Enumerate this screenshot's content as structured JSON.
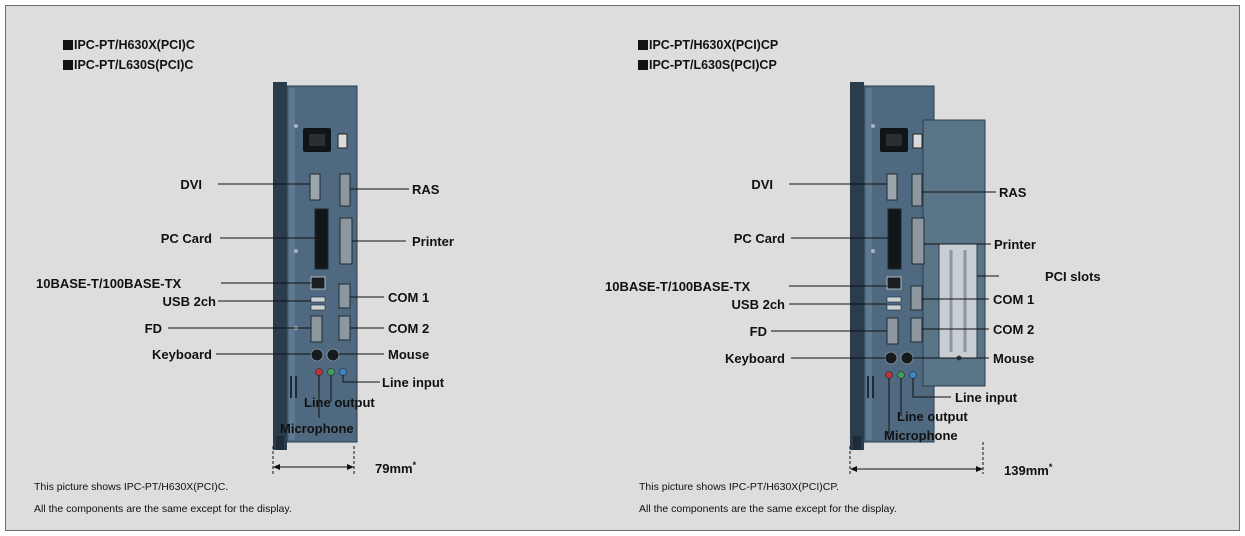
{
  "left": {
    "titles": [
      "IPC-PT/H630X(PCI)C",
      "IPC-PT/L630S(PCI)C"
    ],
    "labels": {
      "dvi": "DVI",
      "pc_card": "PC Card",
      "lan": "10BASE-T/100BASE-TX",
      "usb": "USB 2ch",
      "fd": "FD",
      "keyboard": "Keyboard",
      "ras": "RAS",
      "printer": "Printer",
      "com1": "COM 1",
      "com2": "COM 2",
      "mouse": "Mouse",
      "line_input": "Line input",
      "line_output": "Line output",
      "microphone": "Microphone"
    },
    "dimension": "79mm",
    "dimension_mark": "*",
    "notes": [
      "This picture shows IPC-PT/H630X(PCI)C.",
      "All the components are the same except for the display."
    ]
  },
  "right": {
    "titles": [
      "IPC-PT/H630X(PCI)CP",
      "IPC-PT/L630S(PCI)CP"
    ],
    "labels": {
      "dvi": "DVI",
      "pc_card": "PC Card",
      "lan": "10BASE-T/100BASE-TX",
      "usb": "USB 2ch",
      "fd": "FD",
      "keyboard": "Keyboard",
      "ras": "RAS",
      "printer": "Printer",
      "pci_slots": "PCI slots",
      "com1": "COM 1",
      "com2": "COM 2",
      "mouse": "Mouse",
      "line_input": "Line input",
      "line_output": "Line output",
      "microphone": "Microphone"
    },
    "dimension": "139mm",
    "dimension_mark": "*",
    "notes": [
      "This picture shows IPC-PT/H630X(PCI)CP.",
      "All the components are the same except for the display."
    ]
  },
  "colors": {
    "panel_background": "#dcdddc",
    "device_body": "#4f6a80",
    "device_frame": "#2b3d4d",
    "pci_cover": "#5a7488",
    "audio_red": "#c0303a",
    "audio_green": "#3f9f59",
    "audio_blue": "#3d86c6"
  }
}
